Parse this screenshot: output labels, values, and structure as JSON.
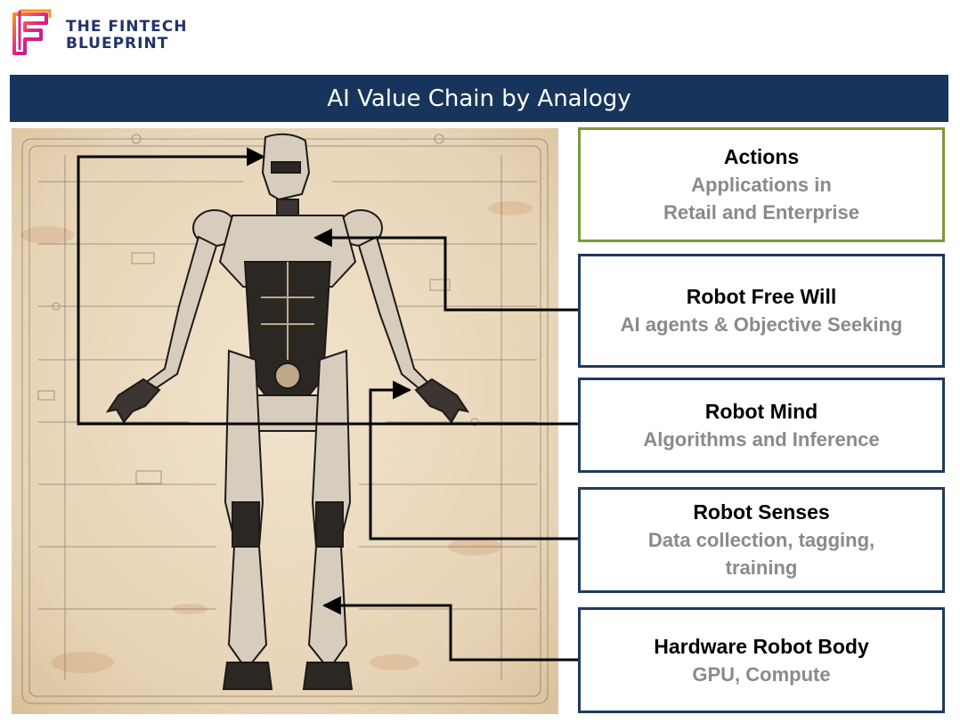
{
  "logo": {
    "line1": "THE FINTECH",
    "line2": "BLUEPRINT",
    "colors": {
      "magenta": "#e0218a",
      "orange": "#f7941d",
      "navy": "#22336a"
    }
  },
  "title": "AI Value Chain by Analogy",
  "colors": {
    "title_bar": "#17355c",
    "box_border": "#1f3a5f",
    "box_border_highlight": "#7a9a3a",
    "box_title": "#000000",
    "box_subtitle": "#8a8a8a",
    "parchment": "#ecdcc4"
  },
  "boxes": [
    {
      "title": "Actions",
      "subtitle": "Applications in\nRetail and Enterprise"
    },
    {
      "title": "Robot Free Will",
      "subtitle": "AI agents & Objective Seeking"
    },
    {
      "title": "Robot Mind",
      "subtitle": "Algorithms and Inference"
    },
    {
      "title": "Robot Senses",
      "subtitle": "Data collection, tagging,\ntraining"
    },
    {
      "title": "Hardware Robot Body",
      "subtitle": "GPU, Compute"
    }
  ]
}
